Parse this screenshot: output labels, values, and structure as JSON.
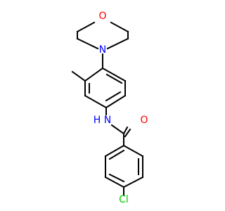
{
  "atoms": {
    "o_morpholine": {
      "label": "O",
      "color": "#ff0000"
    },
    "n_morpholine": {
      "label": "N",
      "color": "#0000ff"
    },
    "n_amide": {
      "label": "N",
      "color": "#0000ff"
    },
    "h_amide": {
      "label": "H",
      "color": "#0000ff"
    },
    "o_carbonyl": {
      "label": "O",
      "color": "#ff0000"
    },
    "cl": {
      "label": "Cl",
      "color": "#00cc00"
    }
  },
  "colors": {
    "bond": "#000000",
    "background": "#ffffff"
  }
}
